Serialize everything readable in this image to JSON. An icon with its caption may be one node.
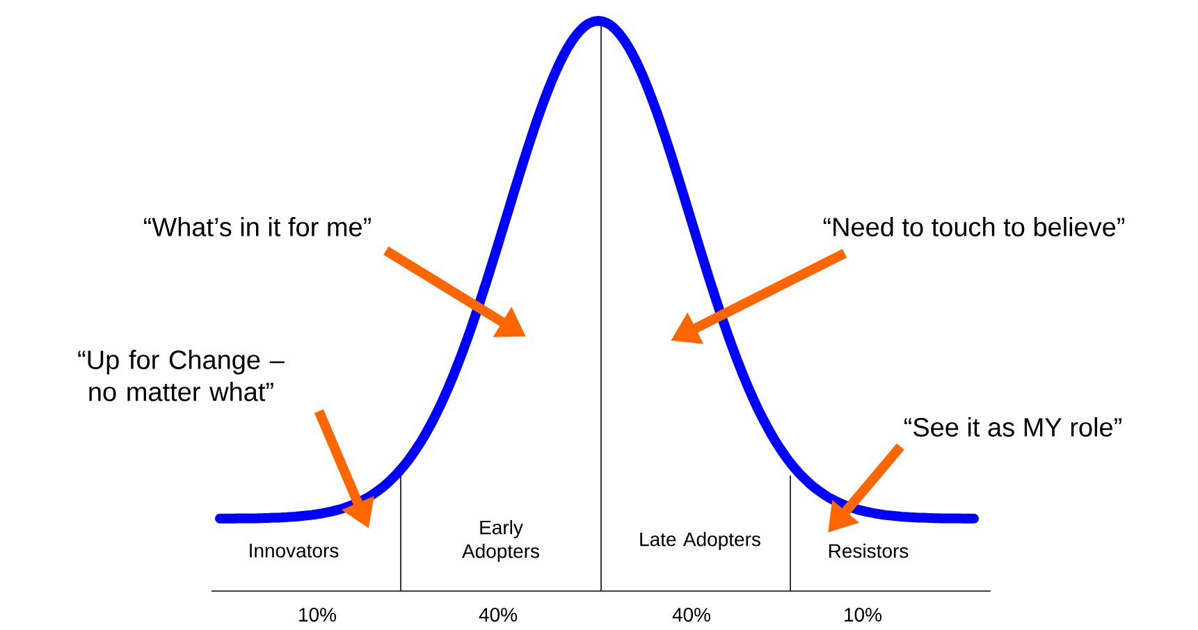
{
  "diagram": {
    "nodes": [
      {
        "text": [
          "“What’s in it for me”"
        ]
      },
      {
        "text": [
          "“Need to touch to believe”"
        ]
      },
      {
        "text": [
          "“Up for Change – no matter what”"
        ]
      },
      {
        "text": [
          "“See it as MY role”"
        ]
      }
    ],
    "edges": [
      {
        "from": 0,
        "to": null,
        "arrow": "to"
      },
      {
        "from": 1,
        "to": null,
        "arrow": "to"
      },
      {
        "from": 2,
        "to": null,
        "arrow": "to"
      },
      {
        "from": 3,
        "to": null,
        "arrow": "to"
      }
    ],
    "labels": [
      "Innovators",
      "Early Adopters",
      "Late Adopters",
      "Resistors",
      "10%",
      "40%",
      "40%",
      "10%"
    ]
  }
}
